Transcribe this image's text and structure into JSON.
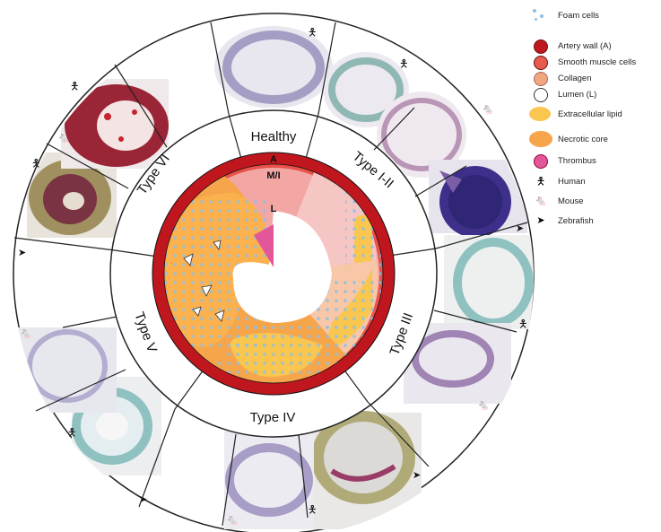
{
  "sectors": {
    "healthy": "Healthy",
    "type_1_2": "Type I-II",
    "type_3": "Type III",
    "type_4": "Type IV",
    "type_5": "Type V",
    "type_6": "Type VI"
  },
  "artery_labels": {
    "adventitia": "A",
    "media_intima": "M/I",
    "lumen": "L"
  },
  "legend": {
    "foam_cells": "Foam cells",
    "artery_wall": "Artery wall (A)",
    "smooth_muscle": "Smooth muscle cells",
    "collagen": "Collagen",
    "lumen": "Lumen (L)",
    "extracellular_lipid": "Extracellular lipid",
    "necrotic_core": "Necrotic core",
    "thrombus": "Thrombus",
    "human": "Human",
    "mouse": "Mouse",
    "zebrafish": "Zebrafish"
  },
  "colors": {
    "artery_wall": "#c0171e",
    "smooth_muscle": "#e85a50",
    "collagen": "#f0a67e",
    "lipid": "#f9c650",
    "necrotic_core": "#f6a54b",
    "thrombus": "#e2569a",
    "foam": "#8ec0e4"
  }
}
